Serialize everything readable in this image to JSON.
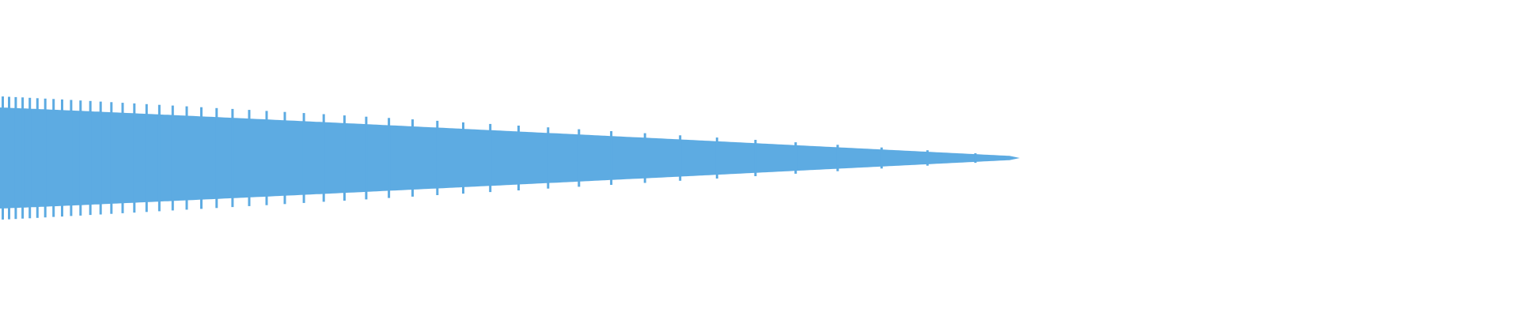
{
  "waveform": {
    "color": "#5dabe2",
    "background": "#ffffff",
    "description_kind": "decaying audio waveform",
    "start_amplitude": 1.0,
    "end_amplitude": 0.04,
    "decay_curve": "tapered",
    "played_fraction_of_width": 0.667,
    "pulse_count": 72
  }
}
